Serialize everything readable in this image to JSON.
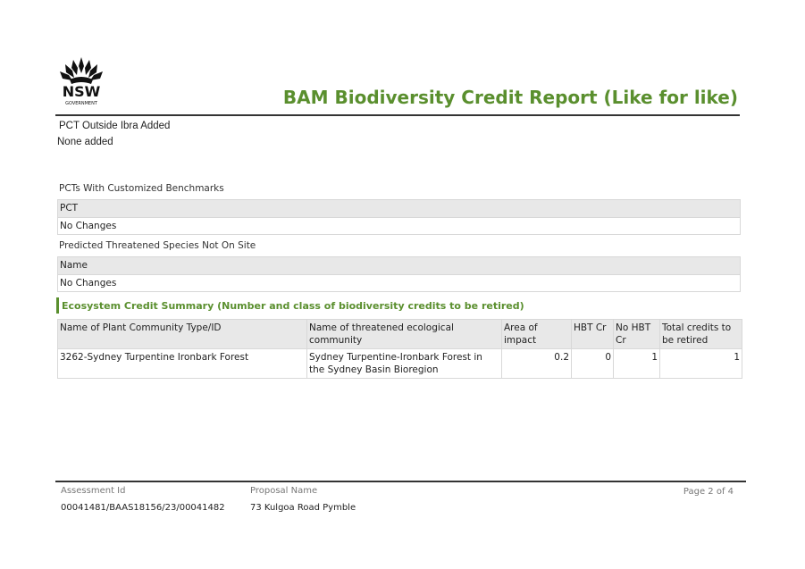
{
  "header": {
    "logo_text": "NSW",
    "logo_subtext": "GOVERNMENT",
    "title": "BAM Biodiversity Credit Report (Like for like)",
    "brand_color": "#5a8f2e"
  },
  "pct_outside_ibra": {
    "title": "PCT Outside Ibra Added",
    "value": "None added"
  },
  "customized_benchmarks": {
    "title": "PCTs With Customized Benchmarks",
    "column": "PCT",
    "value": "No Changes"
  },
  "predicted_species": {
    "title": "Predicted Threatened Species Not On Site",
    "column": "Name",
    "value": "No Changes"
  },
  "ecosystem_summary": {
    "title": "Ecosystem Credit Summary (Number and class of biodiversity credits to be retired)",
    "headers": [
      "Name of Plant Community Type/ID",
      "Name of threatened ecological community",
      "Area of impact",
      "HBT Cr",
      "No HBT Cr",
      "Total credits to be retired"
    ],
    "rows": [
      [
        "3262-Sydney Turpentine Ironbark Forest",
        "Sydney Turpentine-Ironbark Forest in the Sydney Basin Bioregion",
        "0.2",
        "0",
        "1",
        "1"
      ]
    ]
  },
  "footer": {
    "assessment_label": "Assessment Id",
    "assessment_value": "00041481/BAAS18156/23/00041482",
    "proposal_label": "Proposal Name",
    "proposal_value": "73 Kulgoa Road Pymble",
    "page": "Page 2 of 4"
  }
}
